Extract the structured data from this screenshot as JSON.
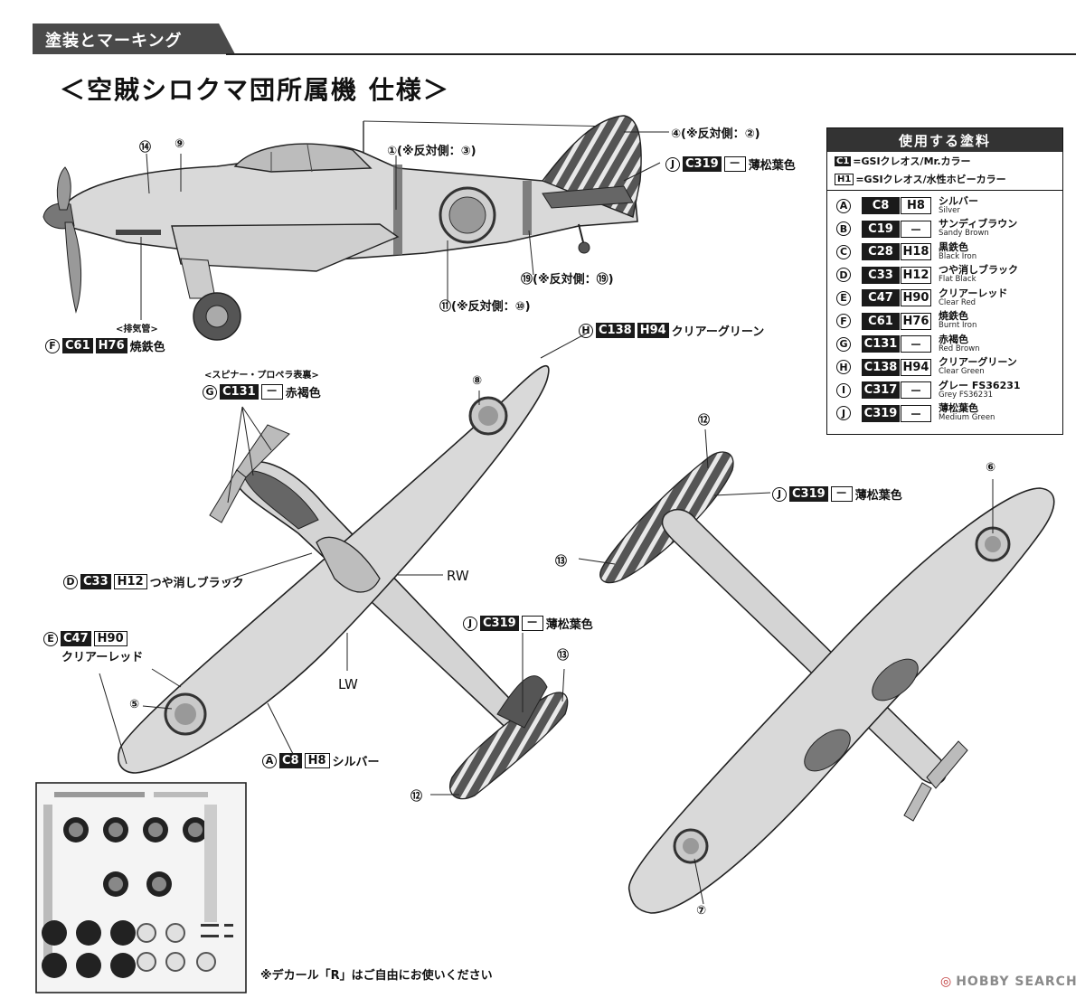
{
  "header": {
    "title": "塗装とマーキング"
  },
  "spec_title": "＜空賊シロクマ団所属機 仕様＞",
  "paint_table": {
    "title": "使用する塗料",
    "note_c_code": "C1",
    "note_c_text": "=GSIクレオス/Mr.カラー",
    "note_h_code": "H1",
    "note_h_text": "=GSIクレオス/水性ホビーカラー",
    "rows": [
      {
        "letter": "A",
        "c": "C8",
        "h": "H8",
        "jp": "シルバー",
        "en": "Silver"
      },
      {
        "letter": "B",
        "c": "C19",
        "h": "－",
        "jp": "サンディブラウン",
        "en": "Sandy Brown"
      },
      {
        "letter": "C",
        "c": "C28",
        "h": "H18",
        "jp": "黒鉄色",
        "en": "Black Iron"
      },
      {
        "letter": "D",
        "c": "C33",
        "h": "H12",
        "jp": "つや消しブラック",
        "en": "Flat Black"
      },
      {
        "letter": "E",
        "c": "C47",
        "h": "H90",
        "jp": "クリアーレッド",
        "en": "Clear Red"
      },
      {
        "letter": "F",
        "c": "C61",
        "h": "H76",
        "jp": "焼鉄色",
        "en": "Burnt Iron"
      },
      {
        "letter": "G",
        "c": "C131",
        "h": "－",
        "jp": "赤褐色",
        "en": "Red Brown"
      },
      {
        "letter": "H",
        "c": "C138",
        "h": "H94",
        "jp": "クリアーグリーン",
        "en": "Clear Green"
      },
      {
        "letter": "I",
        "c": "C317",
        "h": "－",
        "jp": "グレー FS36231",
        "en": "Grey FS36231"
      },
      {
        "letter": "J",
        "c": "C319",
        "h": "－",
        "jp": "薄松葉色",
        "en": "Medium Green"
      }
    ]
  },
  "callouts": {
    "c14": "⑭",
    "c9": "⑨",
    "c1": "①(※反対側：③)",
    "c4": "④(※反対側：②)",
    "c19": "⑲(※反対側：⑲)",
    "c11": "⑪(※反対側：⑩)",
    "exhaust": "<排気管>",
    "side_j": {
      "letter": "J",
      "c": "C319",
      "h": "－",
      "name": "薄松葉色"
    },
    "side_f": {
      "letter": "F",
      "c": "C61",
      "h": "H76",
      "name": "焼鉄色"
    },
    "spinner": "<スピナー・プロペラ表裏>",
    "top_g": {
      "letter": "G",
      "c": "C131",
      "h": "－",
      "name": "赤褐色"
    },
    "top_h": {
      "letter": "H",
      "c": "C138",
      "h": "H94",
      "name": "クリアーグリーン"
    },
    "c8": "⑧",
    "top_d": {
      "letter": "D",
      "c": "C33",
      "h": "H12",
      "name": "つや消しブラック"
    },
    "rw": "RW",
    "lw": "LW",
    "top_e": {
      "letter": "E",
      "c": "C47",
      "h": "H90",
      "name": "クリアーレッド"
    },
    "c5": "⑤",
    "top_a": {
      "letter": "A",
      "c": "C8",
      "h": "H8",
      "name": "シルバー"
    },
    "top_j": {
      "letter": "J",
      "c": "C319",
      "h": "－",
      "name": "薄松葉色"
    },
    "c13a": "⑬",
    "c12a": "⑫",
    "c12b": "⑫",
    "c13b": "⑬",
    "bot_j": {
      "letter": "J",
      "c": "C319",
      "h": "－",
      "name": "薄松葉色"
    },
    "c6": "⑥",
    "c7": "⑦"
  },
  "decal_note": "※デカール「R」はご自由にお使いください",
  "watermark": "HOBBY SEARCH"
}
